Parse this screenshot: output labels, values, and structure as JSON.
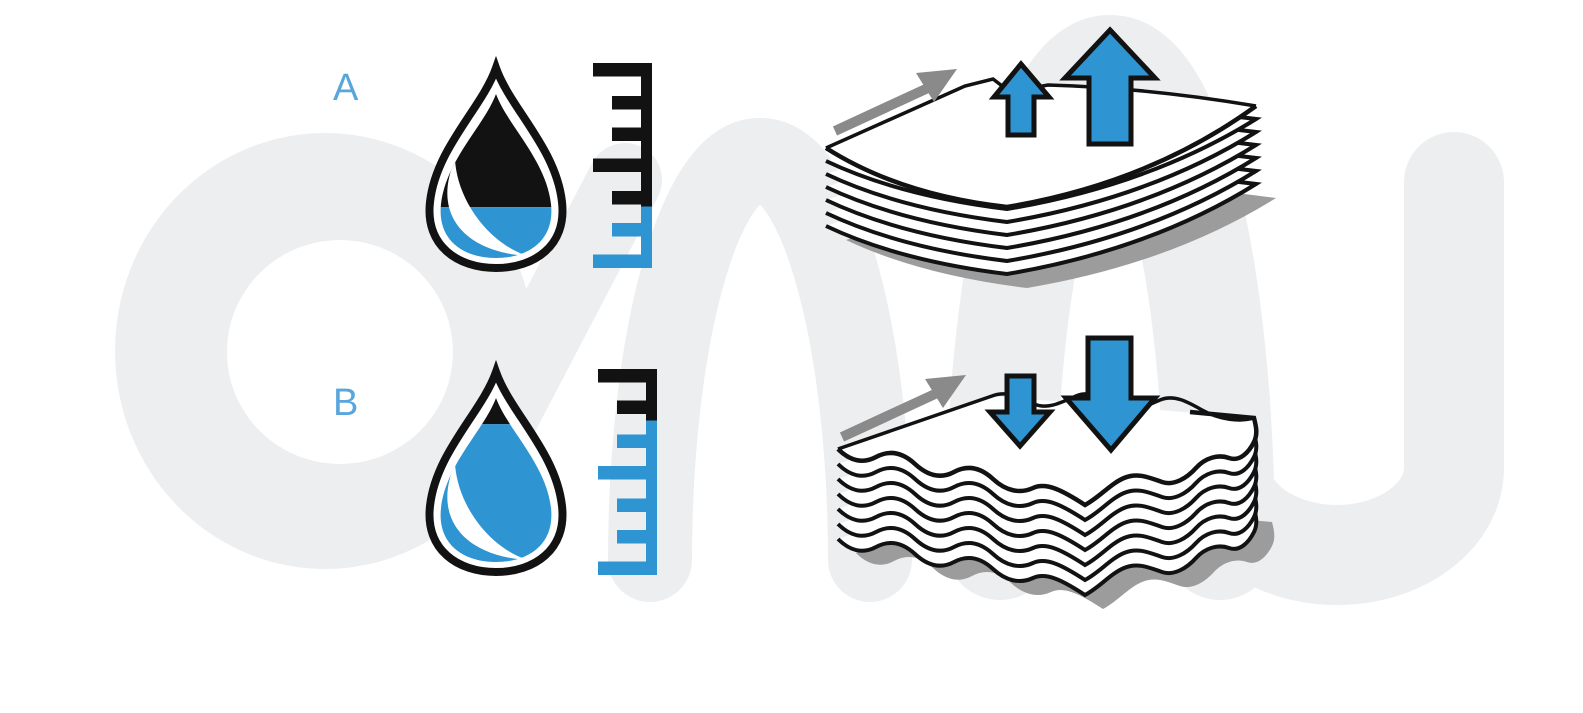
{
  "figure": {
    "type": "diagram",
    "description": "Paper moisture comparison: scenario A (low moisture, flat sheets, moisture escaping upward) vs scenario B (high moisture, cockled wavy sheets, moisture pressing downward)",
    "background_color": "#ffffff",
    "colors": {
      "blue": "#2E94D2",
      "ink": "#121212",
      "label_blue": "#58A6DB",
      "arrow_gray": "#8A8A8A",
      "shadow_gray": "#9C9C9C",
      "paper_white": "#FFFFFF",
      "watermark_gray": "#ECEEF0"
    },
    "watermark": {
      "name": "background-logo-watermark",
      "color": "#ECEEF0",
      "letters": "onu-style curves"
    },
    "rows": [
      {
        "label": "A",
        "droplet": {
          "icon": "water-drop-icon",
          "blue_fraction": 0.31,
          "top_color": "ink",
          "bottom_color": "blue"
        },
        "scale": {
          "icon": "level-scale-icon",
          "tick_pattern": [
            "long",
            "medium",
            "medium",
            "long",
            "medium",
            "medium",
            "long"
          ],
          "tick_colors": [
            "ink",
            "ink",
            "ink",
            "ink",
            "ink",
            "blue",
            "blue"
          ],
          "stem_split_fraction": 0.7
        },
        "paper": {
          "icon": "flat-paper-stack-icon",
          "sheet_count": 7,
          "surface": "flat",
          "effect_arrows": "up",
          "effect_arrow_count": 2,
          "direction_arrow": "up-right"
        }
      },
      {
        "label": "B",
        "droplet": {
          "icon": "water-drop-icon",
          "blue_fraction": 0.84,
          "top_color": "ink",
          "bottom_color": "blue"
        },
        "scale": {
          "icon": "level-scale-icon",
          "tick_pattern": [
            "long",
            "medium",
            "medium",
            "long",
            "medium",
            "medium",
            "long"
          ],
          "tick_colors": [
            "ink",
            "ink",
            "blue",
            "blue",
            "blue",
            "blue",
            "blue"
          ],
          "stem_split_fraction": 0.25
        },
        "paper": {
          "icon": "wavy-paper-stack-icon",
          "sheet_count": 7,
          "surface": "wavy",
          "effect_arrows": "down",
          "effect_arrow_count": 2,
          "direction_arrow": "up-right"
        }
      }
    ]
  }
}
